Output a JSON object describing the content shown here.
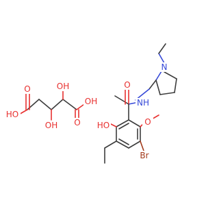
{
  "structure": {
    "tartaric_acid": {
      "hydroxyl_top": "OH",
      "hydroxyl_bottom": "OH",
      "carboxyl_left_o": "O",
      "carboxyl_left_oh": "HO",
      "carboxyl_right_o": "O",
      "carboxyl_right_oh": "OH"
    },
    "benzamide": {
      "amide_o": "O",
      "amide_nh": "NH",
      "ring_n": "N",
      "phenol_oh": "HO",
      "methoxy_o": "O",
      "bromo": "Br"
    }
  },
  "colors": {
    "bond": "#3c3c3c",
    "oxygen": "#e8302f",
    "nitrogen": "#3548d8",
    "bromine": "#a33a1a"
  }
}
